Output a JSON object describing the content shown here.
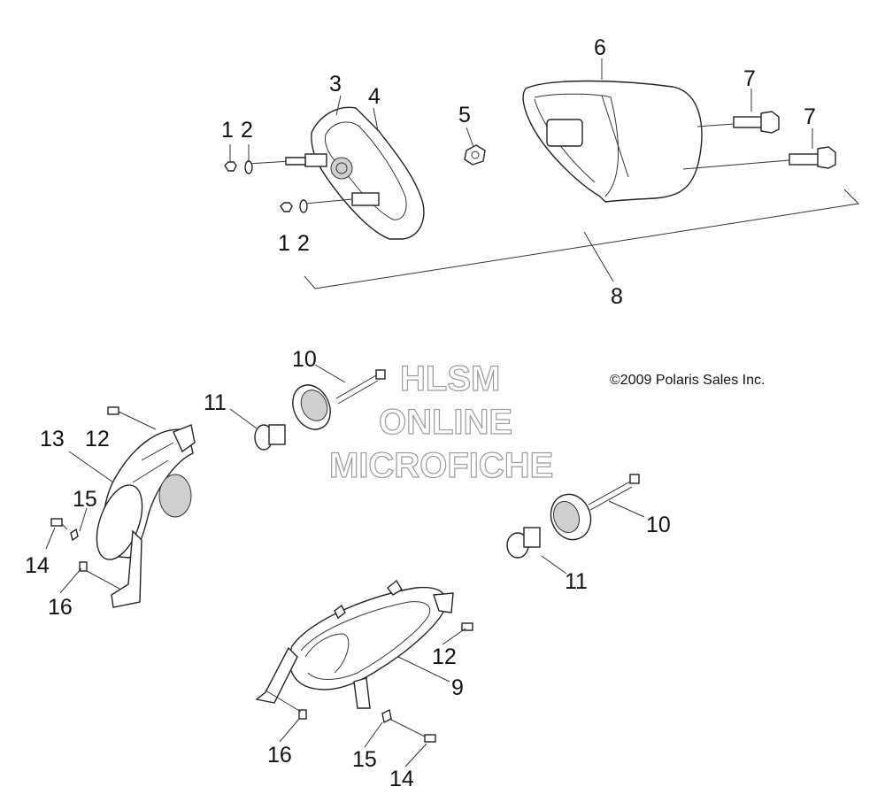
{
  "copyright": "©2009 Polaris Sales Inc.",
  "watermark": {
    "line1": "HLSM",
    "line2": "ONLINE",
    "line3": "MICROFICHE"
  },
  "callouts": {
    "c1a": "1",
    "c2a": "2",
    "c1b": "1",
    "c2b": "2",
    "c3": "3",
    "c4": "4",
    "c5": "5",
    "c6": "6",
    "c7a": "7",
    "c7b": "7",
    "c8": "8",
    "c10a": "10",
    "c11a": "11",
    "c12a": "12",
    "c13": "13",
    "c15a": "15",
    "c14a": "14",
    "c16a": "16",
    "c10b": "10",
    "c11b": "11",
    "c12b": "12",
    "c9": "9",
    "c16b": "16",
    "c15b": "15",
    "c14b": "14"
  }
}
